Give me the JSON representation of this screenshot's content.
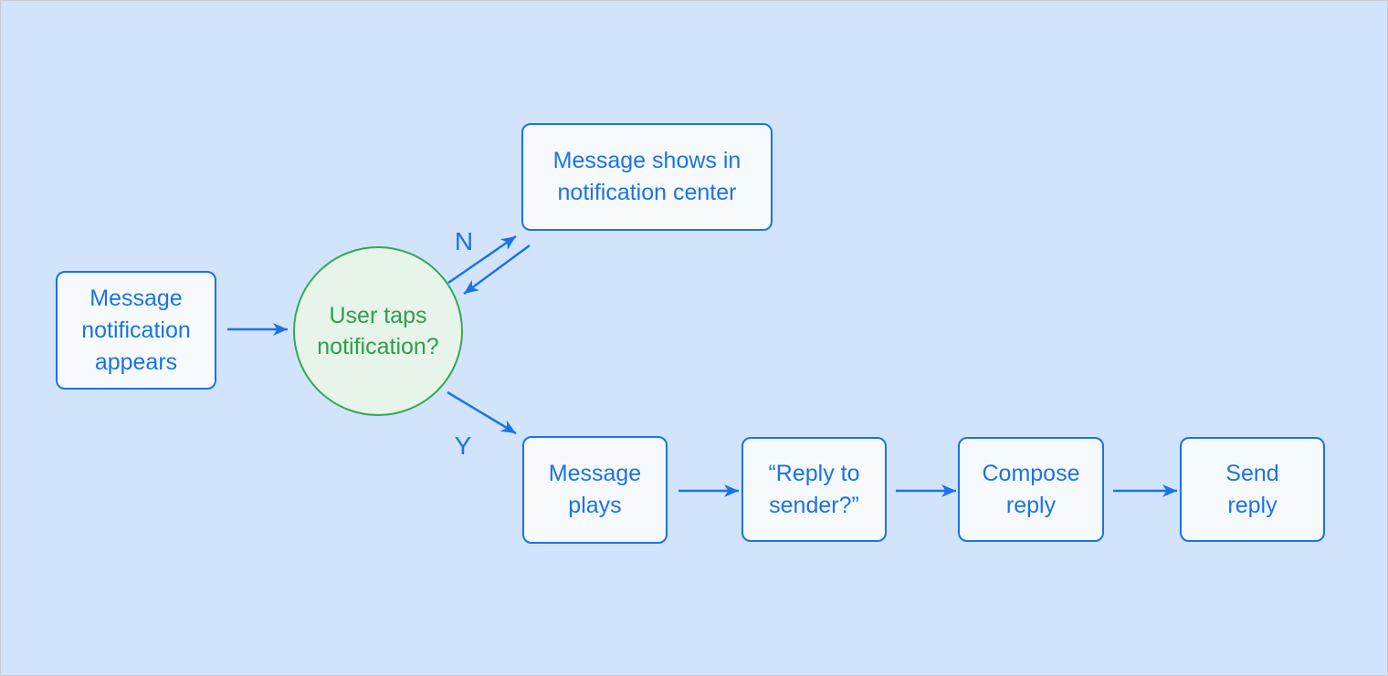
{
  "diagram": {
    "type": "flowchart",
    "colors": {
      "background": "#d2e3fc",
      "node_fill": "#f7fafd",
      "node_border": "#1a73e8",
      "node_text": "#1a73e8",
      "decision_fill": "#e6f4ea",
      "decision_border": "#34a853",
      "decision_text": "#2f9e4c",
      "edge": "#1a73e8"
    },
    "nodes": [
      {
        "id": "message-notification-appears",
        "shape": "rounded-rect",
        "label": "Message\nnotification\nappears"
      },
      {
        "id": "user-taps-notification",
        "shape": "circle",
        "label": "User taps\nnotification?"
      },
      {
        "id": "message-shows-in-notification-center",
        "shape": "rounded-rect",
        "label": "Message shows in\nnotification center"
      },
      {
        "id": "message-plays",
        "shape": "rounded-rect",
        "label": "Message\nplays"
      },
      {
        "id": "reply-to-sender-prompt",
        "shape": "rounded-rect",
        "label": "“Reply to\nsender?”"
      },
      {
        "id": "compose-reply",
        "shape": "rounded-rect",
        "label": "Compose\nreply"
      },
      {
        "id": "send-reply",
        "shape": "rounded-rect",
        "label": "Send\nreply"
      }
    ],
    "edges": [
      {
        "from": "message-notification-appears",
        "to": "user-taps-notification",
        "label": ""
      },
      {
        "from": "user-taps-notification",
        "to": "message-shows-in-notification-center",
        "label": "N"
      },
      {
        "from": "message-shows-in-notification-center",
        "to": "user-taps-notification",
        "label": ""
      },
      {
        "from": "user-taps-notification",
        "to": "message-plays",
        "label": "Y"
      },
      {
        "from": "message-plays",
        "to": "reply-to-sender-prompt",
        "label": ""
      },
      {
        "from": "reply-to-sender-prompt",
        "to": "compose-reply",
        "label": ""
      },
      {
        "from": "compose-reply",
        "to": "send-reply",
        "label": ""
      }
    ]
  }
}
